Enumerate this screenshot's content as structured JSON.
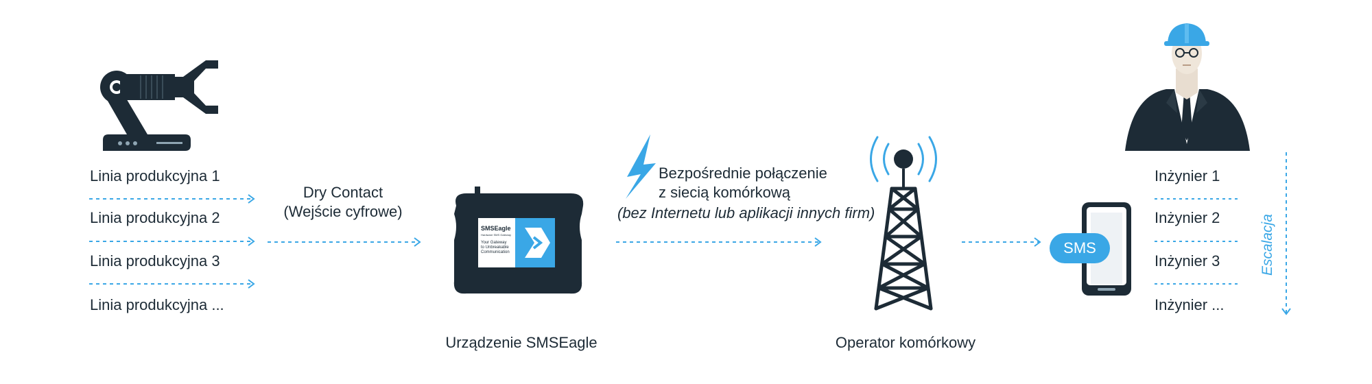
{
  "production_lines": {
    "items": [
      "Linia produkcyjna 1",
      "Linia produkcyjna 2",
      "Linia produkcyjna 3",
      "Linia produkcyjna ..."
    ]
  },
  "input": {
    "line1": "Dry Contact",
    "line2": "(Wejście cyfrowe)"
  },
  "device": {
    "label": "Urządzenie SMSEagle",
    "brand": "SMSEagle",
    "brand_small": "Hardware SMS Gateway",
    "tagline": [
      "Your Gateway",
      "to Unbreakable",
      "Communication"
    ]
  },
  "connection": {
    "line1": "Bezpośrednie połączenie",
    "line2": "z siecią komórkową",
    "line3": "(bez Internetu lub aplikacji innych firm)"
  },
  "operator": {
    "label": "Operator komórkowy"
  },
  "sms": {
    "badge": "SMS"
  },
  "engineers": {
    "items": [
      "Inżynier 1",
      "Inżynier 2",
      "Inżynier 3",
      "Inżynier ..."
    ],
    "escalation": "Escalacja"
  },
  "colors": {
    "accent": "#3aa7e6",
    "dark": "#1d2b36",
    "arrow": "#3aa7e6"
  }
}
